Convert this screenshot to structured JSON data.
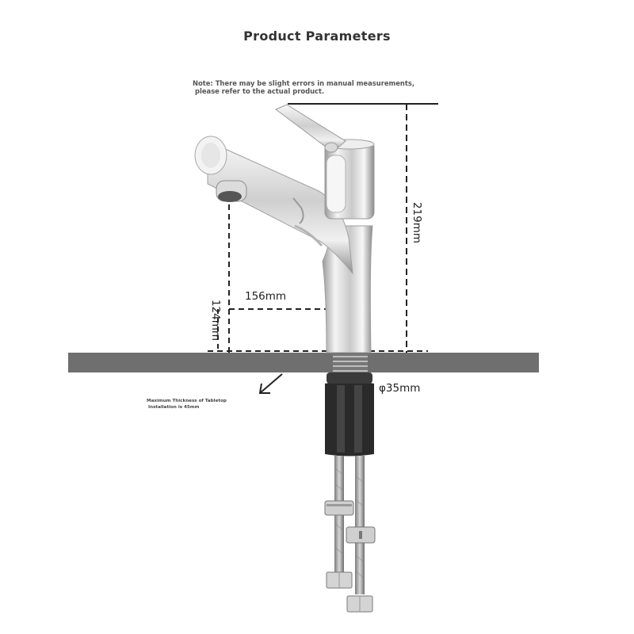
{
  "title": "Product Parameters",
  "note": {
    "line1": "Note: There may be slight errors in manual measurements,",
    "line2": "please refer to the actual product."
  },
  "dimensions": {
    "height": "219mm",
    "spout_reach": "156mm",
    "spout_height": "124mm",
    "hole_diameter": "φ35mm"
  },
  "tabletop_note": {
    "line1": "Maximum Thickness of Tabletop",
    "line2": "Installation is 45mm"
  },
  "colors": {
    "countertop": "#6f6f6f",
    "chrome_light": "#f2f2f2",
    "chrome_dark": "#8c8c8c",
    "thread_nut": "#2a2a2a",
    "dashed_line": "#222222"
  }
}
